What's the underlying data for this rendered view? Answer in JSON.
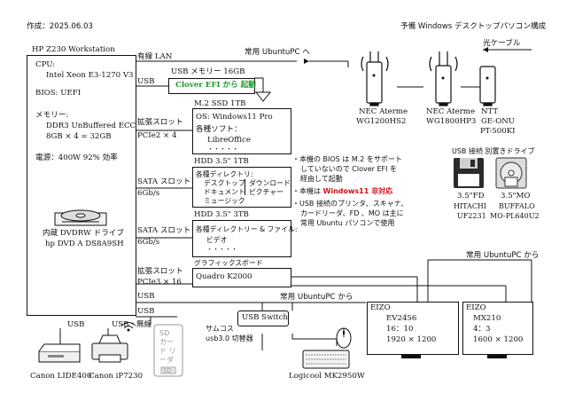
{
  "header": {
    "created": "作成：2025.06.03",
    "title": "予備 Windows デスクトップパソコン構成"
  },
  "pc": {
    "label": "HP Z230 Workstation",
    "cpu_label": "CPU:",
    "cpu": "Intel Xeon E3-1270 V3",
    "bios": "BIOS: UEFI",
    "memory_label": "メモリー:",
    "memory_type": "DDR3 UnBuffered ECC",
    "memory_size": "8GB × 4 = 32GB",
    "power": "電源：400W 92%  効率",
    "drive_name": "内蔵 DVDRW ドライブ",
    "drive_model": "hp DVD A DS8A9SH"
  },
  "ports": {
    "lan": "有線 LAN",
    "usb1": "USB",
    "exp1": "拡張スロット",
    "exp1_bus": "PCIe2 × 4",
    "sata1": "SATA スロット",
    "sata1_speed": "6Gb/s",
    "sata2": "SATA スロット",
    "sata2_speed": "6Gb/s",
    "exp2": "拡張スロット",
    "exp2_bus": "PCIe3 × 16",
    "usb2": "USB",
    "usb3": "USB"
  },
  "usb_memory": {
    "label": "USB メモリー  16GB",
    "content": "Clover EFI から 起動"
  },
  "ssd": {
    "label": "M.2 SSD 1TB",
    "os": "OS: Windows11 Pro",
    "software_label": "各種ソフト：",
    "software": "LibreOffice",
    "more": "・・・・・"
  },
  "hdd1": {
    "label": "HDD 3.5\" 1TB",
    "dirs_label": "各種ディレクトリ:",
    "dir1": "デスクトップ",
    "dir2": "ダウンロード",
    "dir3": "ドキュメント",
    "dir4": "ピクチャー",
    "dir5": "ミュージック"
  },
  "hdd2": {
    "label": "HDD 3.5\" 3TB",
    "dirs_label": "各種ディレクトリー & ファイル:",
    "dir1": "ビデオ",
    "more": "・・・・・"
  },
  "gpu": {
    "label": "グラフィックスボード",
    "model": "Quadro K2000"
  },
  "network": {
    "to_ubuntu": "常用  UbuntuPC へ",
    "fiber": "光ケーブル",
    "router1_name": "NEC Aterme",
    "router1_model": "WG1200HS2",
    "router2_name": "NEC Aterme",
    "router2_model": "WG1800HP3",
    "onu_brand": "NTT",
    "onu_name": "GE-ONU",
    "onu_model": "PT-500KI"
  },
  "notes": {
    "n1": "・本機の BIOS は M.2 をサポート",
    "n1b": "していないので  Clover EFI を",
    "n1c": "経由して起動",
    "n2a": "・本機は  ",
    "n2b": "Windows11 非対応",
    "n3": "・USB 接続のプリンタ、スキャナ、",
    "n3b": "カードリーダ、FD 、MO は主に",
    "n3c": "常用 Ubuntu パソコンで使用"
  },
  "external_drives": {
    "title": "USB 接続 別置きドライブ",
    "fd_label": "3.5\"FD",
    "fd_brand": "HITACHI",
    "fd_model": "UF2231",
    "mo_label": "3.5\"MO",
    "mo_brand": "BUFFALO",
    "mo_model": "MO-PL640U2"
  },
  "usb_switch": {
    "label": "USB Switch",
    "from_ubuntu": "常用  UbuntuPC から",
    "maker": "サムコス",
    "desc": "usb3.0 切替器"
  },
  "monitors": {
    "from_ubuntu": "常用  UbuntuPC から",
    "m1_brand": "EIZO",
    "m1_model": "EV2456",
    "m1_ratio": "16：10",
    "m1_res": "1920 × 1200",
    "m2_brand": "EIZO",
    "m2_model": "MX210",
    "m2_ratio": "4：3",
    "m2_res": "1600 × 1200"
  },
  "peripherals": {
    "usb": "USB",
    "usb_wireless": "USB・無線",
    "scanner": "Canon LIDE400",
    "printer": "Canon iP7230",
    "card_reader": "SD カード リーダ",
    "sd_mark": "SD",
    "keyboard": "Logicool MK2950W"
  }
}
